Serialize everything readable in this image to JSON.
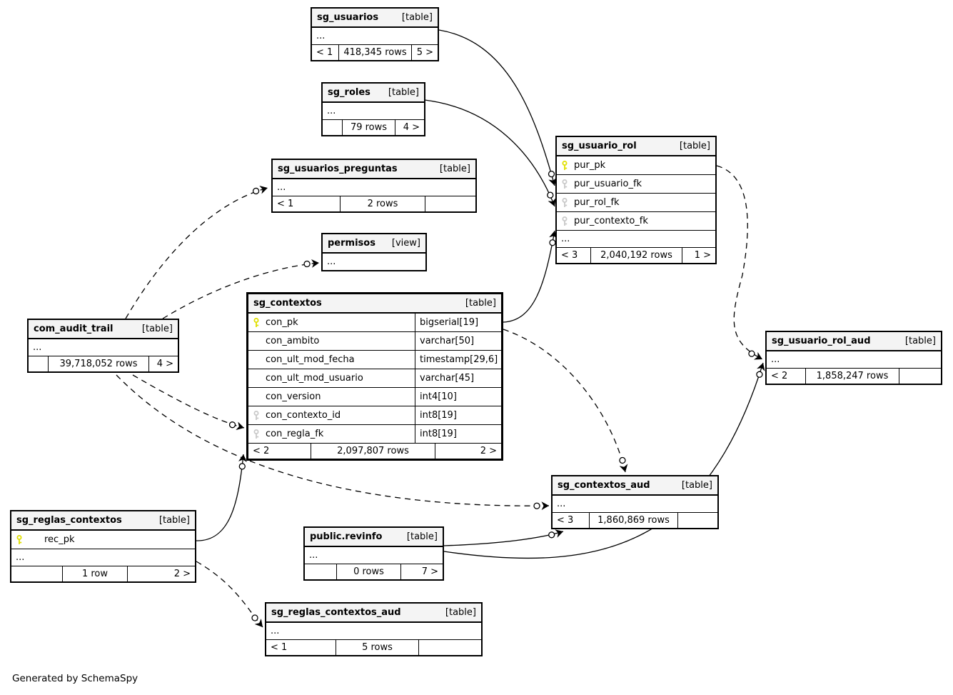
{
  "diagram": {
    "footer_note": "Generated by SchemaSpy"
  },
  "colors": {
    "pk_key": "#e0e000",
    "fk_key": "#c9c9c9",
    "header_bg": "#f4f4f4",
    "line": "#000000"
  },
  "tables": {
    "sg_usuarios": {
      "name": "sg_usuarios",
      "kind": "[table]",
      "more": "...",
      "stats": {
        "left": "< 1",
        "center": "418,345 rows",
        "right": "5 >"
      }
    },
    "sg_roles": {
      "name": "sg_roles",
      "kind": "[table]",
      "more": "...",
      "stats": {
        "left": "",
        "center": "79 rows",
        "right": "4 >"
      }
    },
    "sg_usuarios_preguntas": {
      "name": "sg_usuarios_preguntas",
      "kind": "[table]",
      "more": "...",
      "stats": {
        "left": "< 1",
        "center": "2 rows",
        "right": ""
      }
    },
    "permisos": {
      "name": "permisos",
      "kind": "[view]",
      "more": "..."
    },
    "sg_usuario_rol": {
      "name": "sg_usuario_rol",
      "kind": "[table]",
      "more": "...",
      "columns": [
        {
          "name": "pur_pk",
          "key": "pk"
        },
        {
          "name": "pur_usuario_fk",
          "key": "fk"
        },
        {
          "name": "pur_rol_fk",
          "key": "fk"
        },
        {
          "name": "pur_contexto_fk",
          "key": "fk"
        }
      ],
      "stats": {
        "left": "< 3",
        "center": "2,040,192 rows",
        "right": "1 >"
      }
    },
    "com_audit_trail": {
      "name": "com_audit_trail",
      "kind": "[table]",
      "more": "...",
      "stats": {
        "left": "",
        "center": "39,718,052 rows",
        "right": "4 >"
      }
    },
    "sg_contextos": {
      "name": "sg_contextos",
      "kind": "[table]",
      "columns": [
        {
          "name": "con_pk",
          "type": "bigserial[19]",
          "key": "pk"
        },
        {
          "name": "con_ambito",
          "type": "varchar[50]",
          "key": ""
        },
        {
          "name": "con_ult_mod_fecha",
          "type": "timestamp[29,6]",
          "key": ""
        },
        {
          "name": "con_ult_mod_usuario",
          "type": "varchar[45]",
          "key": ""
        },
        {
          "name": "con_version",
          "type": "int4[10]",
          "key": ""
        },
        {
          "name": "con_contexto_id",
          "type": "int8[19]",
          "key": "fk"
        },
        {
          "name": "con_regla_fk",
          "type": "int8[19]",
          "key": "fk"
        }
      ],
      "stats": {
        "left": "< 2",
        "center": "2,097,807 rows",
        "right": "2 >"
      }
    },
    "sg_usuario_rol_aud": {
      "name": "sg_usuario_rol_aud",
      "kind": "[table]",
      "more": "...",
      "stats": {
        "left": "< 2",
        "center": "1,858,247 rows",
        "right": ""
      }
    },
    "sg_contextos_aud": {
      "name": "sg_contextos_aud",
      "kind": "[table]",
      "more": "...",
      "stats": {
        "left": "< 3",
        "center": "1,860,869 rows",
        "right": ""
      }
    },
    "sg_reglas_contextos": {
      "name": "sg_reglas_contextos",
      "kind": "[table]",
      "more": "...",
      "columns": [
        {
          "name": "rec_pk",
          "key": "pk"
        }
      ],
      "stats": {
        "left": "",
        "center": "1 row",
        "right": "2 >"
      }
    },
    "public_revinfo": {
      "name": "public.revinfo",
      "kind": "[table]",
      "more": "...",
      "stats": {
        "left": "",
        "center": "0 rows",
        "right": "7 >"
      }
    },
    "sg_reglas_contextos_aud": {
      "name": "sg_reglas_contextos_aud",
      "kind": "[table]",
      "more": "...",
      "stats": {
        "left": "< 1",
        "center": "5 rows",
        "right": ""
      }
    }
  }
}
